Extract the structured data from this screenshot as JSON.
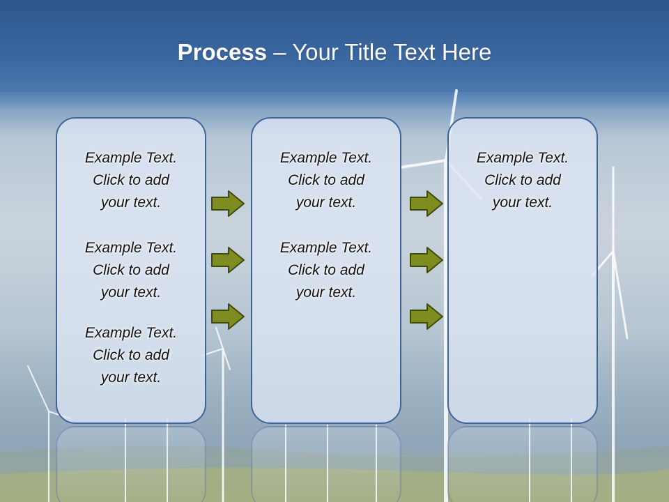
{
  "title": {
    "bold": "Process",
    "rest": " – Your Title Text Here"
  },
  "placeholder": {
    "line1": "Example Text.",
    "line2": "Click  to add",
    "line3": "your text."
  },
  "colors": {
    "box_border": "#3f6298",
    "box_fill": "#dce6f3",
    "arrow_fill": "#7f8c1f",
    "arrow_stroke": "#3f4a10",
    "title_band": "#2d578b"
  },
  "icons": {
    "arrow": "right-arrow-icon"
  }
}
